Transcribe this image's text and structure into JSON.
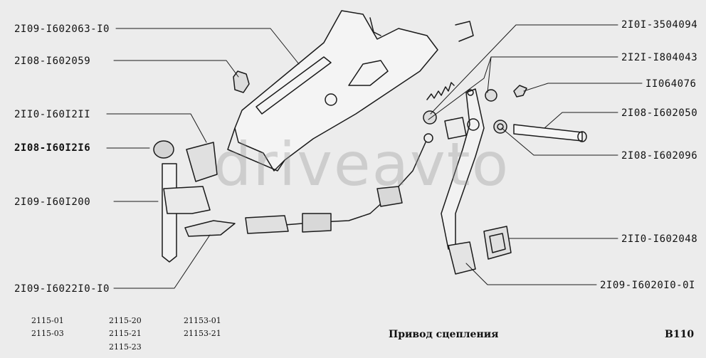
{
  "part_labels": {
    "p1": "2I09-I602063-I0",
    "p2": "2I08-I602059",
    "p3": "2II0-I60I2II",
    "p4": "2I08-I60I2I6",
    "p5": "2I09-I60I200",
    "p6": "2I09-I6022I0-I0",
    "p7": "2I0I-3504094",
    "p8": "2I2I-I804043",
    "p9": "II064076",
    "p10": "2I08-I602050",
    "p11": "2I08-I602096",
    "p12": "2II0-I602048",
    "p13": "2I09-I6020I0-0I"
  },
  "models": {
    "c1": [
      "2115-01",
      "2115-03"
    ],
    "c2": [
      "2115-20",
      "2115-21",
      "2115-23"
    ],
    "c3": [
      "21153-01",
      "21153-21"
    ]
  },
  "caption": "Привод сцепления",
  "page_code": "B110",
  "watermark": "driveavto",
  "colors": {
    "line": "#1a1a1a",
    "background": "#ececec"
  }
}
